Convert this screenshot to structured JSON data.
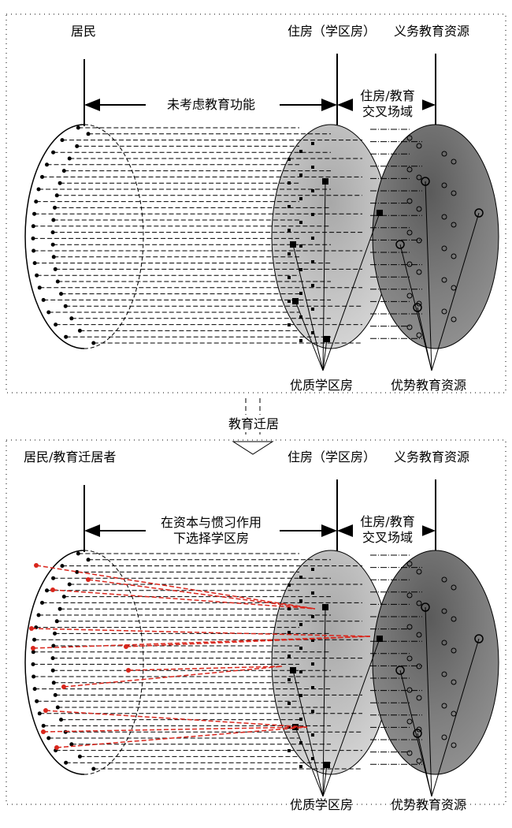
{
  "panels": [
    {
      "resident_label": "居民",
      "housing_label": "住房（学区房）",
      "education_label": "义务教育资源",
      "left_span_label_lines": [
        "未考虑教育功能"
      ],
      "cross_field_label_lines": [
        "住房/教育",
        "交叉场域"
      ],
      "quality_housing_label": "优质学区房",
      "advantage_education_label": "优势教育资源",
      "migration_lines": false
    },
    {
      "resident_label": "居民/教育迁居者",
      "housing_label": "住房（学区房）",
      "education_label": "义务教育资源",
      "left_span_label_lines": [
        "在资本与惯习作用",
        "下选择学区房"
      ],
      "cross_field_label_lines": [
        "住房/教育",
        "交叉场域"
      ],
      "quality_housing_label": "优质学区房",
      "advantage_education_label": "优势教育资源",
      "migration_lines": true
    }
  ],
  "transition_label": "教育迁居",
  "colors": {
    "migration": "#d9261c",
    "housing_fill": "#c8c8c8",
    "education_fill": "#8a8a8a"
  }
}
